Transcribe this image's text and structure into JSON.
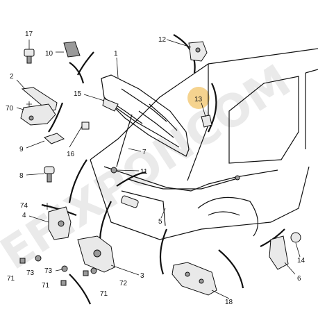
{
  "diagram": {
    "watermark": "EFIXPONCOM",
    "highlight_color": "#f1c46a",
    "callouts": [
      {
        "id": "c1",
        "text": "1"
      },
      {
        "id": "c2",
        "text": "2"
      },
      {
        "id": "c3",
        "text": "3"
      },
      {
        "id": "c4",
        "text": "4"
      },
      {
        "id": "c5",
        "text": "5"
      },
      {
        "id": "c6",
        "text": "6"
      },
      {
        "id": "c7",
        "text": "7"
      },
      {
        "id": "c8",
        "text": "8"
      },
      {
        "id": "c9",
        "text": "9"
      },
      {
        "id": "c10",
        "text": "10"
      },
      {
        "id": "c11",
        "text": "11"
      },
      {
        "id": "c12",
        "text": "12"
      },
      {
        "id": "c13",
        "text": "13"
      },
      {
        "id": "c14",
        "text": "14"
      },
      {
        "id": "c15",
        "text": "15"
      },
      {
        "id": "c16",
        "text": "16"
      },
      {
        "id": "c17",
        "text": "17"
      },
      {
        "id": "c18",
        "text": "18"
      },
      {
        "id": "c70",
        "text": "70"
      },
      {
        "id": "c71a",
        "text": "71"
      },
      {
        "id": "c71b",
        "text": "71"
      },
      {
        "id": "c71c",
        "text": "71"
      },
      {
        "id": "c72",
        "text": "72"
      },
      {
        "id": "c73a",
        "text": "73"
      },
      {
        "id": "c73b",
        "text": "73"
      },
      {
        "id": "c74",
        "text": "74"
      }
    ]
  }
}
